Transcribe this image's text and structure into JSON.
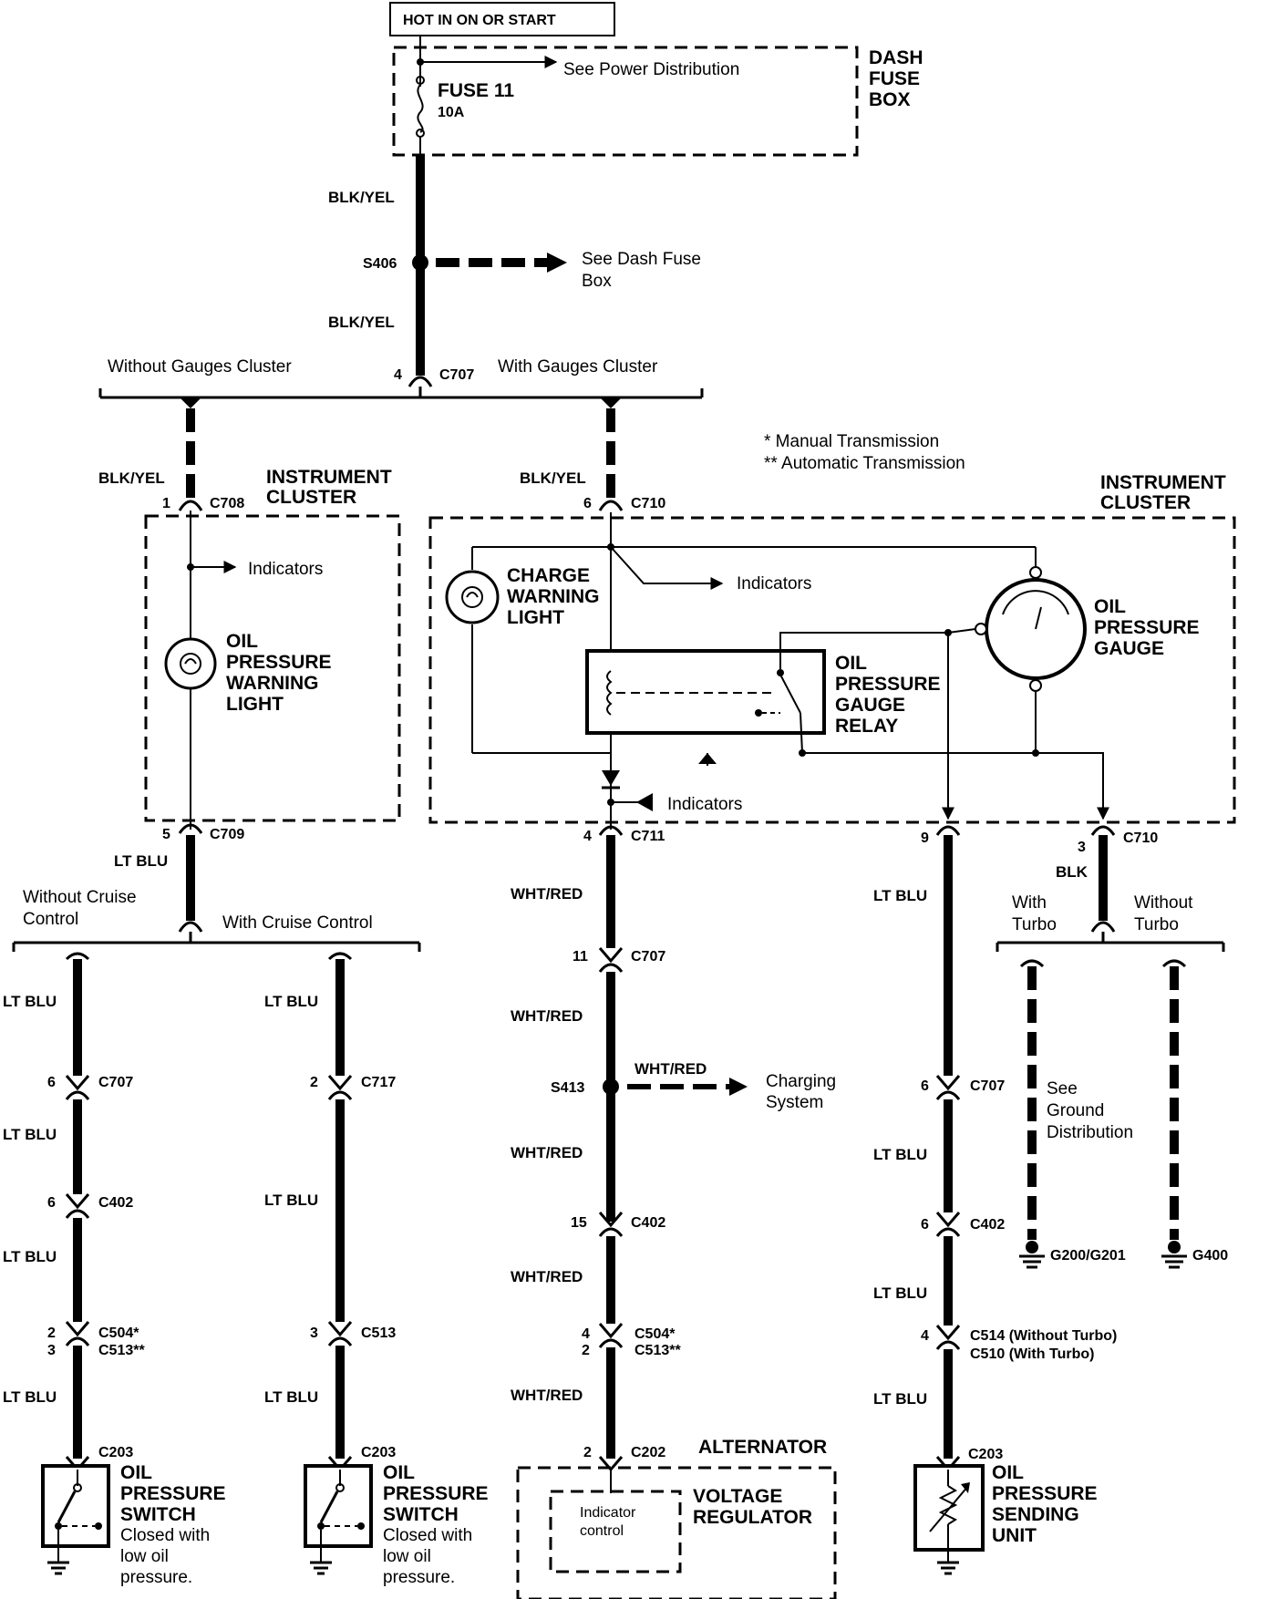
{
  "header": {
    "hot_label": "HOT IN ON OR START"
  },
  "fuse_box": {
    "title_lines": [
      "DASH",
      "FUSE",
      "BOX"
    ],
    "fuse_name": "FUSE 11",
    "fuse_rating": "10A",
    "see_power": "See Power Distribution"
  },
  "splice_s406": {
    "label": "S406",
    "see_lines": [
      "See Dash Fuse",
      "Box"
    ]
  },
  "wires": {
    "blk_yel": "BLK/YEL",
    "lt_blu": "LT BLU",
    "wht_red": "WHT/RED",
    "blk": "BLK"
  },
  "connectors": {
    "c707_top": {
      "pin": "4",
      "name": "C707"
    },
    "c708": {
      "pin": "1",
      "name": "C708"
    },
    "c710_top": {
      "pin": "6",
      "name": "C710"
    },
    "c709": {
      "pin": "5",
      "name": "C709"
    },
    "c711": {
      "pin": "4",
      "name": "C711"
    },
    "c710_right": {
      "pin": "3",
      "name": "C710"
    },
    "c_pin9": {
      "pin": "9"
    },
    "c707_mid": {
      "pin": "11",
      "name": "C707"
    },
    "c707_left": {
      "pin": "6",
      "name": "C707"
    },
    "c717": {
      "pin": "2",
      "name": "C717"
    },
    "c707_right": {
      "pin": "6",
      "name": "C707"
    },
    "c402_left": {
      "pin": "6",
      "name": "C402"
    },
    "c402_mid": {
      "pin": "15",
      "name": "C402"
    },
    "c402_right": {
      "pin": "6",
      "name": "C402"
    },
    "c504_left": {
      "pin1": "2",
      "name1": "C504*",
      "pin2": "3",
      "name2": "C513**"
    },
    "c513": {
      "pin": "3",
      "name": "C513"
    },
    "c504_mid": {
      "pin1": "4",
      "name1": "C504*",
      "pin2": "2",
      "name2": "C513**"
    },
    "c514": {
      "pin": "4",
      "name1": "C514 (Without Turbo)",
      "name2": "C510 (With Turbo)"
    },
    "c203_a": {
      "name": "C203"
    },
    "c203_b": {
      "name": "C203"
    },
    "c202": {
      "pin": "2",
      "name": "C202"
    },
    "c203_c": {
      "name": "C203"
    }
  },
  "branches": {
    "without_gauges": "Without Gauges Cluster",
    "with_gauges": "With Gauges Cluster",
    "without_cruise": [
      "Without Cruise",
      "Control"
    ],
    "with_cruise": "With Cruise Control",
    "with_turbo": [
      "With",
      "Turbo"
    ],
    "without_turbo": [
      "Without",
      "Turbo"
    ]
  },
  "legend": {
    "manual": "* Manual Transmission",
    "automatic": "** Automatic Transmission"
  },
  "cluster_left": {
    "title_lines": [
      "INSTRUMENT",
      "CLUSTER"
    ],
    "indicators": "Indicators",
    "lamp_lines": [
      "OIL",
      "PRESSURE",
      "WARNING",
      "LIGHT"
    ]
  },
  "cluster_right": {
    "title_lines": [
      "INSTRUMENT",
      "CLUSTER"
    ],
    "charge_lines": [
      "CHARGE",
      "WARNING",
      "LIGHT"
    ],
    "indicators_top": "Indicators",
    "indicators_bottom": "Indicators",
    "gauge_lines": [
      "OIL",
      "PRESSURE",
      "GAUGE"
    ],
    "relay_lines": [
      "OIL",
      "PRESSURE",
      "GAUGE",
      "RELAY"
    ]
  },
  "splice_s413": {
    "label": "S413",
    "wire": "WHT/RED",
    "see_lines": [
      "Charging",
      "System"
    ]
  },
  "ground_note": [
    "See",
    "Ground",
    "Distribution"
  ],
  "grounds": {
    "g1": "G200/G201",
    "g2": "G400"
  },
  "alternator": {
    "title": "ALTERNATOR",
    "regulator_lines": [
      "VOLTAGE",
      "REGULATOR"
    ],
    "indicator_lines": [
      "Indicator",
      "control"
    ]
  },
  "switch_a": {
    "lines": [
      "OIL",
      "PRESSURE",
      "SWITCH",
      "Closed with",
      "low oil",
      "pressure."
    ]
  },
  "switch_b": {
    "lines": [
      "OIL",
      "PRESSURE",
      "SWITCH",
      "Closed with",
      "low oil",
      "pressure."
    ]
  },
  "sender": {
    "lines": [
      "OIL",
      "PRESSURE",
      "SENDING",
      "UNIT"
    ]
  }
}
